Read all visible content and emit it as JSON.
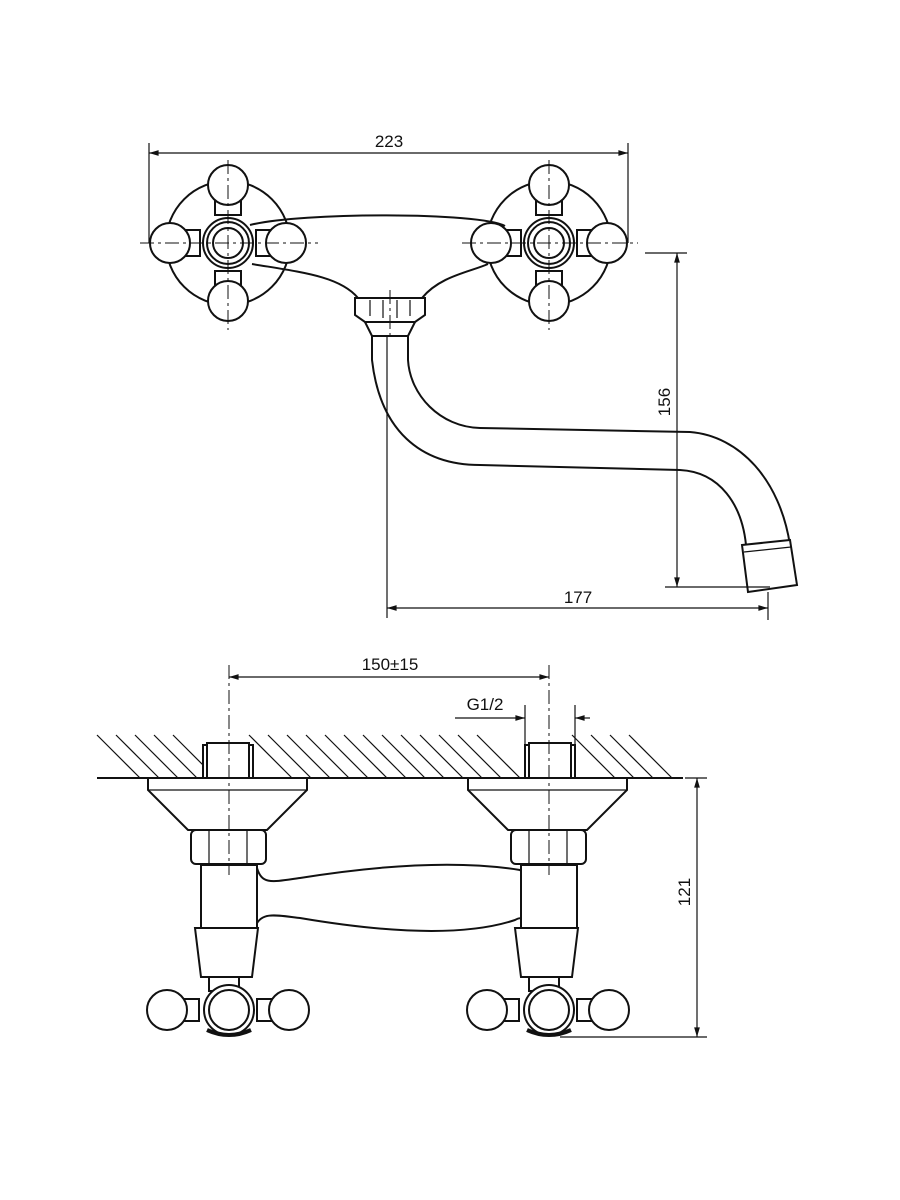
{
  "drawing": {
    "top_view": {
      "dim_width": "223",
      "dim_height": "156",
      "dim_reach": "177"
    },
    "front_view": {
      "dim_spacing": "150±15",
      "dim_thread": "G1/2",
      "dim_depth": "121"
    },
    "colors": {
      "line": "#111111",
      "background": "#ffffff"
    }
  }
}
